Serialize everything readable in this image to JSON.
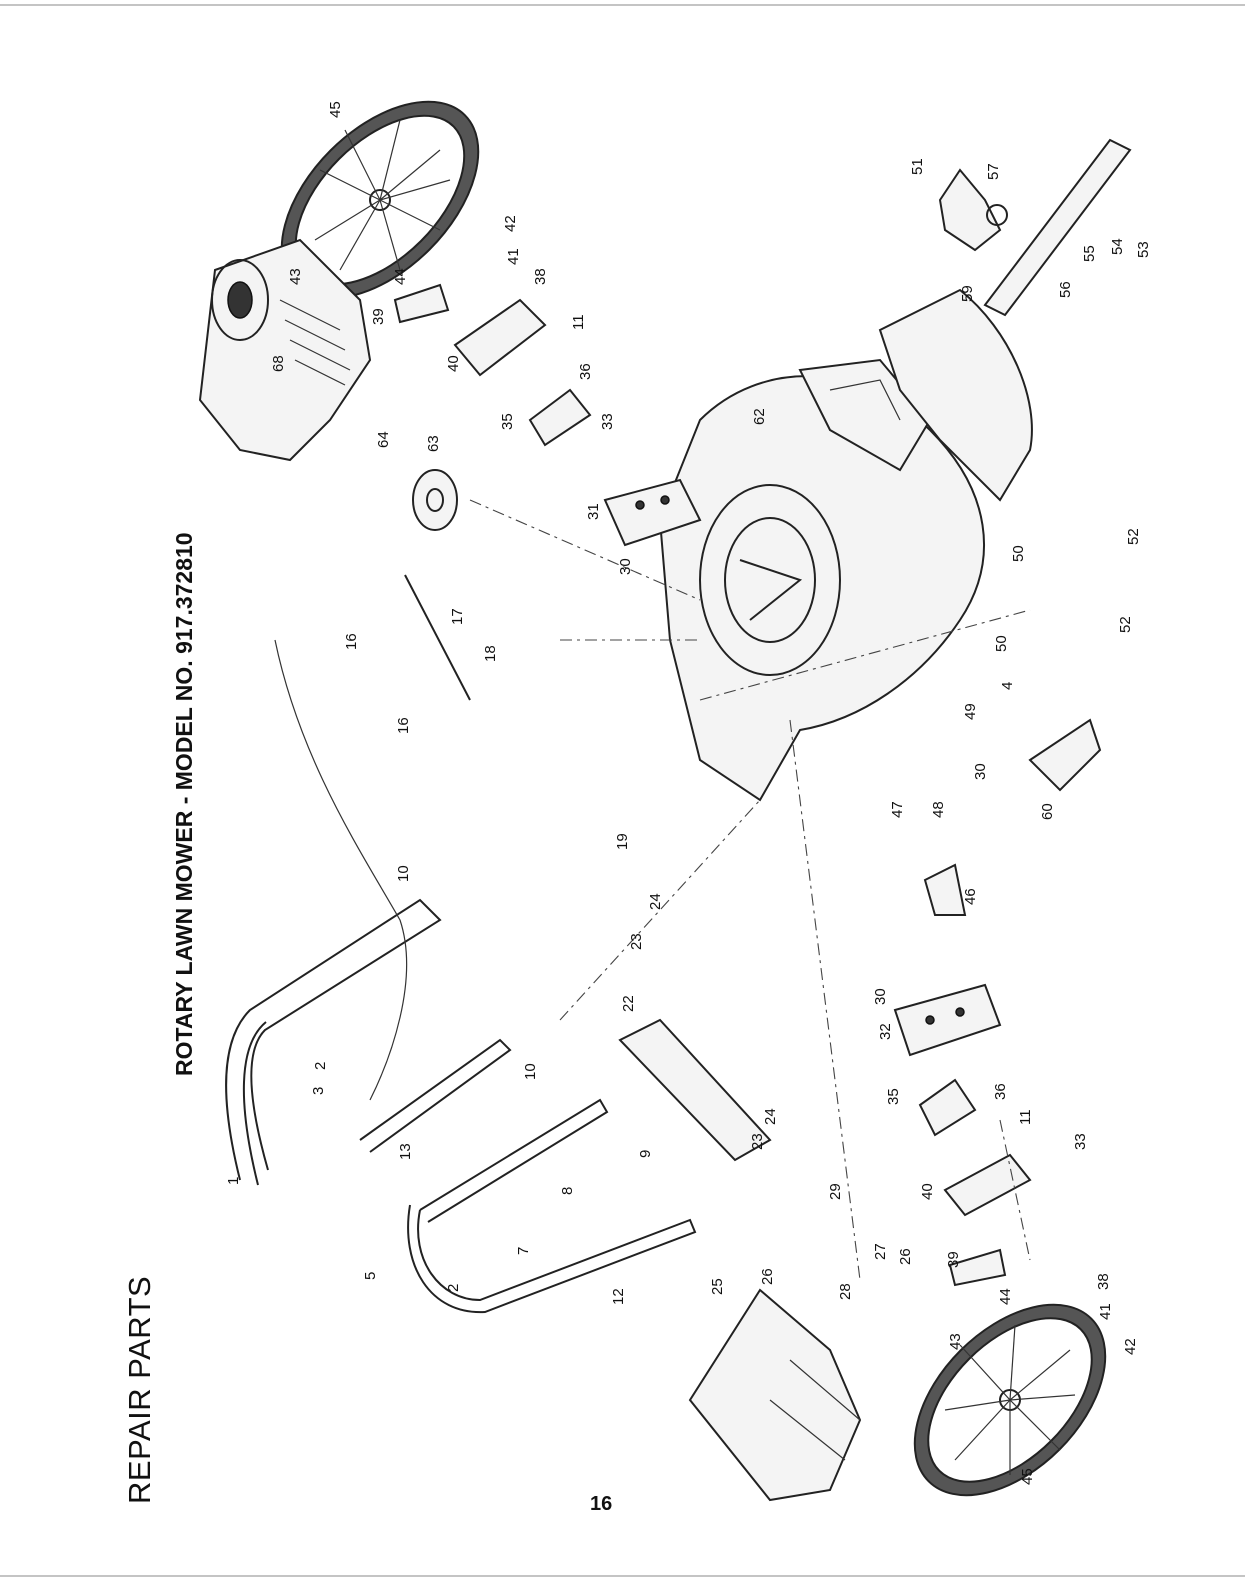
{
  "header": {
    "section_title": "REPAIR PARTS",
    "model_title": "ROTARY LAWN MOWER - MODEL NO. 917.372810"
  },
  "footer": {
    "page_number": "16"
  },
  "callouts": [
    {
      "id": "c1",
      "label": "1"
    },
    {
      "id": "c2a",
      "label": "2"
    },
    {
      "id": "c2b",
      "label": "2"
    },
    {
      "id": "c3",
      "label": "3"
    },
    {
      "id": "c4",
      "label": "4"
    },
    {
      "id": "c5",
      "label": "5"
    },
    {
      "id": "c7",
      "label": "7"
    },
    {
      "id": "c8",
      "label": "8"
    },
    {
      "id": "c9",
      "label": "9"
    },
    {
      "id": "c10a",
      "label": "10"
    },
    {
      "id": "c10b",
      "label": "10"
    },
    {
      "id": "c11a",
      "label": "11"
    },
    {
      "id": "c11b",
      "label": "11"
    },
    {
      "id": "c12",
      "label": "12"
    },
    {
      "id": "c13",
      "label": "13"
    },
    {
      "id": "c16a",
      "label": "16"
    },
    {
      "id": "c16b",
      "label": "16"
    },
    {
      "id": "c17",
      "label": "17"
    },
    {
      "id": "c18",
      "label": "18"
    },
    {
      "id": "c19",
      "label": "19"
    },
    {
      "id": "c22",
      "label": "22"
    },
    {
      "id": "c23a",
      "label": "23"
    },
    {
      "id": "c23b",
      "label": "23"
    },
    {
      "id": "c24a",
      "label": "24"
    },
    {
      "id": "c24b",
      "label": "24"
    },
    {
      "id": "c25",
      "label": "25"
    },
    {
      "id": "c26a",
      "label": "26"
    },
    {
      "id": "c26b",
      "label": "26"
    },
    {
      "id": "c27",
      "label": "27"
    },
    {
      "id": "c28",
      "label": "28"
    },
    {
      "id": "c29",
      "label": "29"
    },
    {
      "id": "c30a",
      "label": "30"
    },
    {
      "id": "c30b",
      "label": "30"
    },
    {
      "id": "c30c",
      "label": "30"
    },
    {
      "id": "c31",
      "label": "31"
    },
    {
      "id": "c32",
      "label": "32"
    },
    {
      "id": "c33a",
      "label": "33"
    },
    {
      "id": "c33b",
      "label": "33"
    },
    {
      "id": "c35a",
      "label": "35"
    },
    {
      "id": "c35b",
      "label": "35"
    },
    {
      "id": "c36a",
      "label": "36"
    },
    {
      "id": "c36b",
      "label": "36"
    },
    {
      "id": "c38a",
      "label": "38"
    },
    {
      "id": "c38b",
      "label": "38"
    },
    {
      "id": "c39a",
      "label": "39"
    },
    {
      "id": "c39b",
      "label": "39"
    },
    {
      "id": "c40a",
      "label": "40"
    },
    {
      "id": "c40b",
      "label": "40"
    },
    {
      "id": "c41a",
      "label": "41"
    },
    {
      "id": "c41b",
      "label": "41"
    },
    {
      "id": "c42a",
      "label": "42"
    },
    {
      "id": "c42b",
      "label": "42"
    },
    {
      "id": "c43a",
      "label": "43"
    },
    {
      "id": "c43b",
      "label": "43"
    },
    {
      "id": "c44a",
      "label": "44"
    },
    {
      "id": "c44b",
      "label": "44"
    },
    {
      "id": "c45a",
      "label": "45"
    },
    {
      "id": "c45b",
      "label": "45"
    },
    {
      "id": "c46",
      "label": "46"
    },
    {
      "id": "c47",
      "label": "47"
    },
    {
      "id": "c48",
      "label": "48"
    },
    {
      "id": "c49",
      "label": "49"
    },
    {
      "id": "c50a",
      "label": "50"
    },
    {
      "id": "c50b",
      "label": "50"
    },
    {
      "id": "c51",
      "label": "51"
    },
    {
      "id": "c52a",
      "label": "52"
    },
    {
      "id": "c52b",
      "label": "52"
    },
    {
      "id": "c53",
      "label": "53"
    },
    {
      "id": "c54",
      "label": "54"
    },
    {
      "id": "c55",
      "label": "55"
    },
    {
      "id": "c56",
      "label": "56"
    },
    {
      "id": "c57",
      "label": "57"
    },
    {
      "id": "c59",
      "label": "59"
    },
    {
      "id": "c60",
      "label": "60"
    },
    {
      "id": "c62",
      "label": "62"
    },
    {
      "id": "c63",
      "label": "63"
    },
    {
      "id": "c64",
      "label": "64"
    },
    {
      "id": "c68",
      "label": "68"
    }
  ]
}
